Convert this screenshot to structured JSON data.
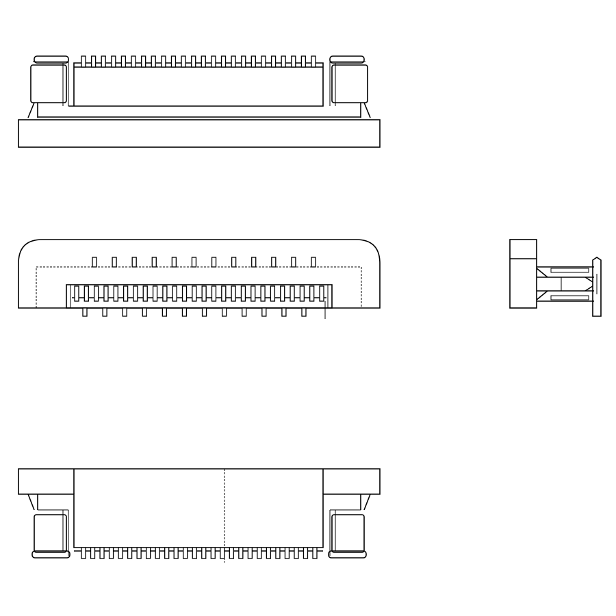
{
  "drawing": {
    "type": "connector-outline-drawing",
    "line_color": "#000000",
    "background": "#ffffff",
    "views": [
      "top-view",
      "front-view",
      "side-view",
      "bottom-view"
    ]
  }
}
